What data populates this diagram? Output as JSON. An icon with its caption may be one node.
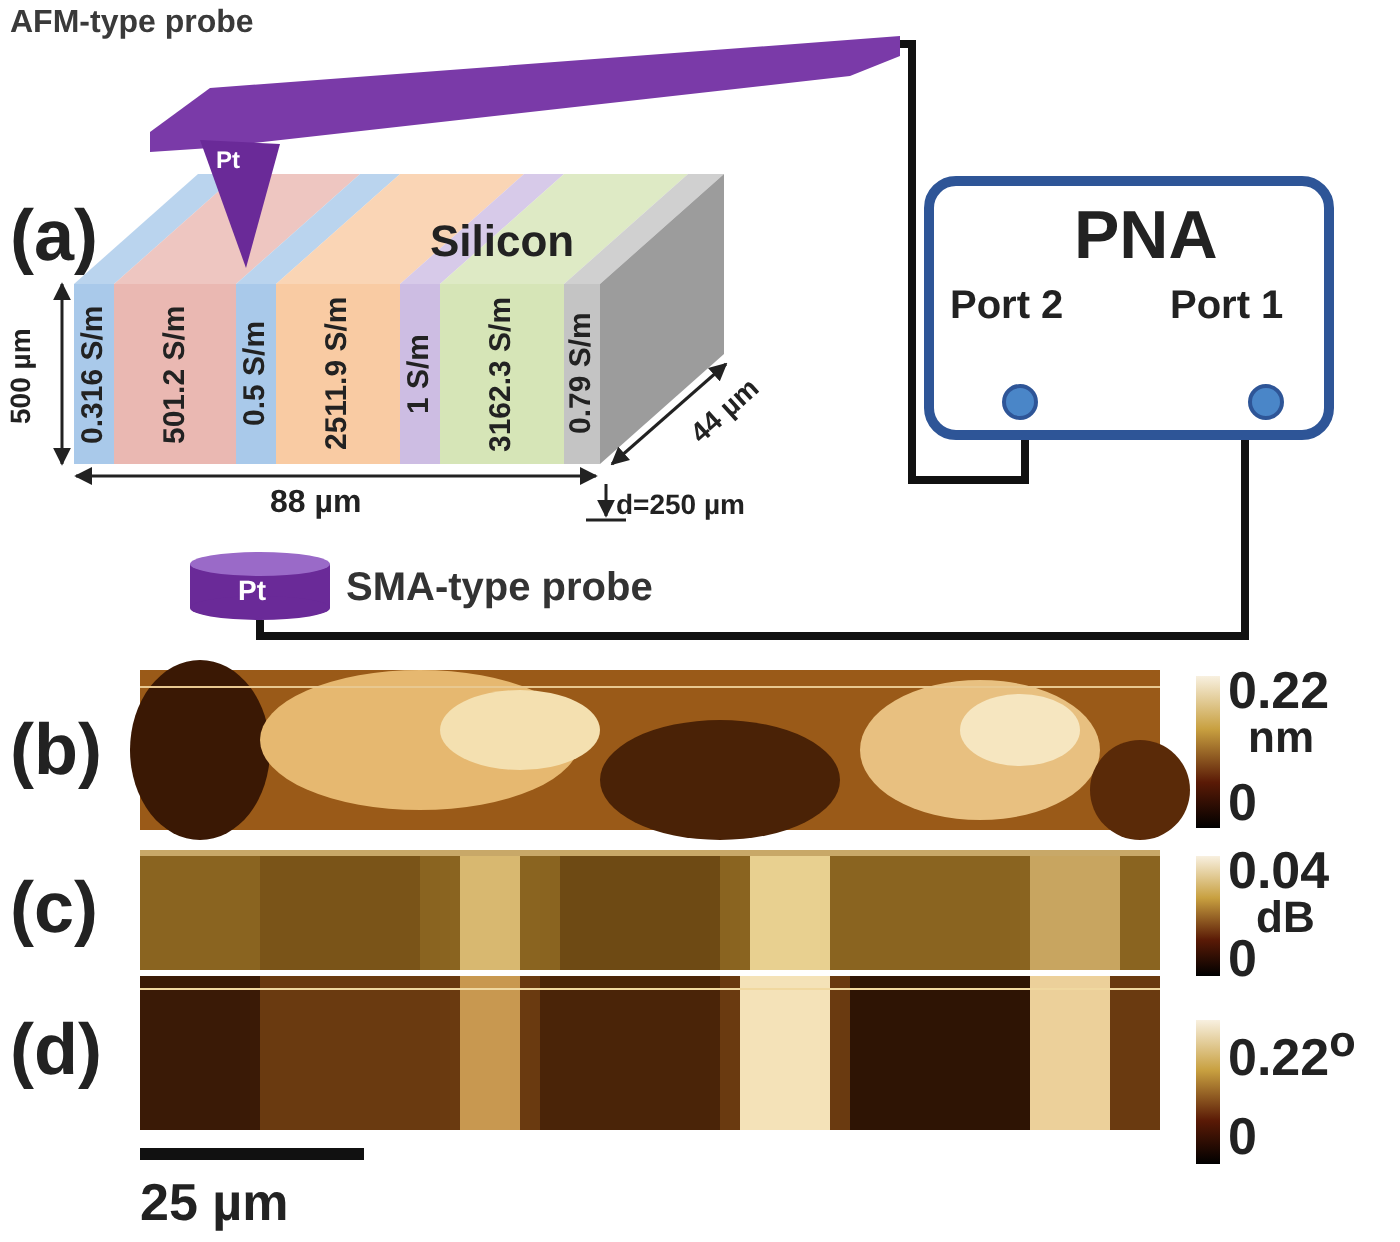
{
  "diagram": {
    "nodes": [
      {
        "text": [
          "AFM-type probe",
          "Pt"
        ]
      },
      {
        "text": [
          "PNA"
        ]
      },
      {
        "text": [
          "Port 2"
        ],
        "in": 1
      },
      {
        "text": [
          "Port 1"
        ],
        "in": 1
      },
      {
        "text": [
          "Pt"
        ],
        "beside": [
          "SMA-type probe"
        ]
      }
    ],
    "edges": [
      {
        "from": 0,
        "to": 2,
        "arrow": "none"
      },
      {
        "from": 3,
        "to": 4,
        "arrow": "none"
      }
    ],
    "labels": [
      "(a)",
      "Silicon",
      "500 µm",
      "0.316 S/m",
      "501.2 S/m",
      "0.5 S/m",
      "2511.9 S/m",
      "1 S/m",
      "3162.3 S/m",
      "0.79 S/m",
      "44 µm",
      "88 µm",
      "d=250 µm",
      "(b)",
      "0.22",
      "nm",
      "0",
      "(c)",
      "0.04",
      "dB",
      "0",
      "(d)",
      "0.22$^{o}$",
      "0",
      "25 µm"
    ]
  }
}
